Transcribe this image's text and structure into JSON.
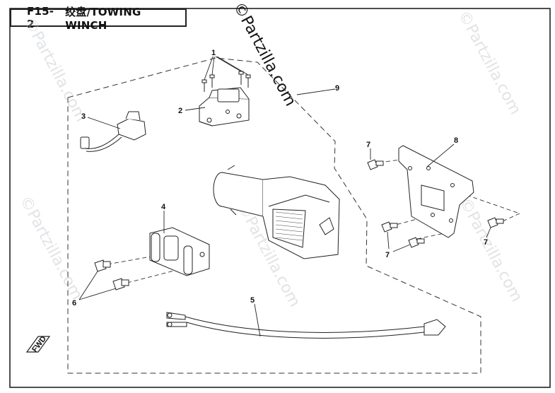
{
  "header": {
    "code": "F15-2",
    "title": "绞盘/TOWING WINCH"
  },
  "watermark": "©Partzilla.com",
  "callouts": [
    "1",
    "2",
    "3",
    "4",
    "5",
    "6",
    "7",
    "8",
    "9"
  ],
  "direction_marker": "FWD"
}
